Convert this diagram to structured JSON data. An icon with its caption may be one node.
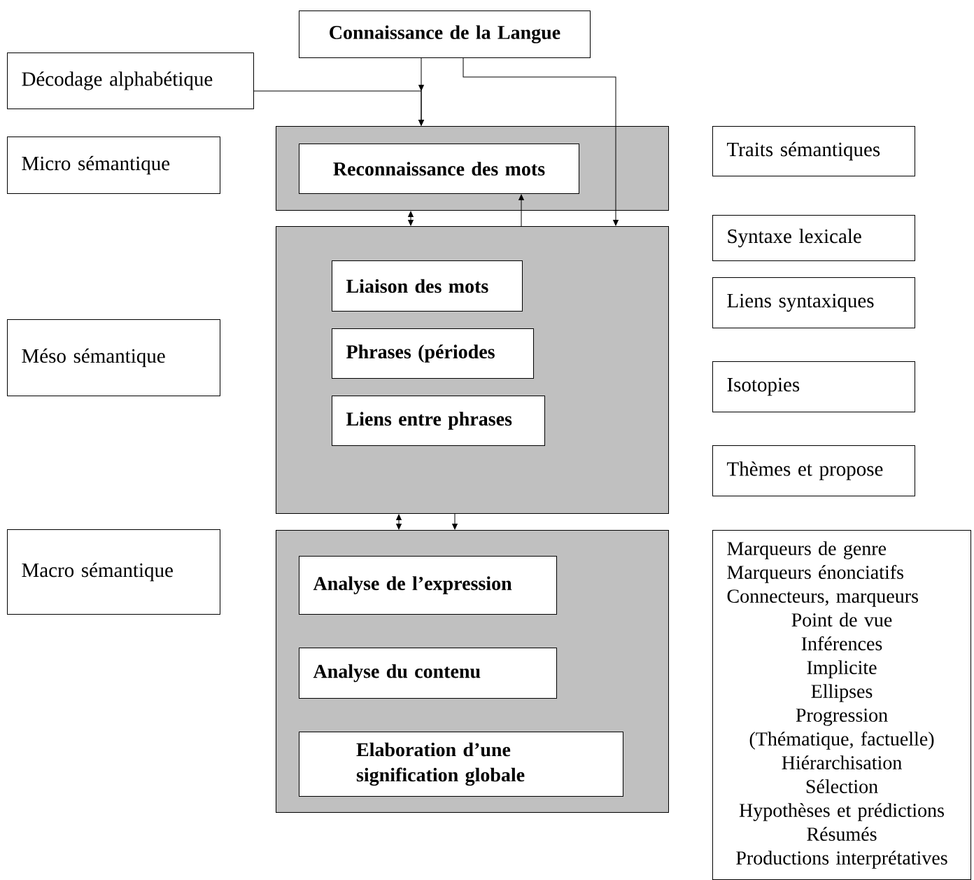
{
  "diagram": {
    "nodes": [
      {
        "text": [
          "Connaissance de la Langue"
        ]
      },
      {
        "text": [
          "Décodage alphabétique"
        ]
      },
      {
        "text": [
          "Micro sémantique"
        ]
      },
      {
        "text": [],
        "shape": "box"
      },
      {
        "text": [
          "Reconnaissance des mots"
        ],
        "in": 3
      },
      {
        "text": [
          "Traits sémantiques"
        ]
      },
      {
        "text": [
          "Syntaxe lexicale"
        ]
      },
      {
        "text": [],
        "shape": "box"
      },
      {
        "text": [
          "Liaison des mots"
        ],
        "in": 7
      },
      {
        "text": [
          "Phrases (périodes"
        ],
        "in": 7
      },
      {
        "text": [
          "Liens entre phrases"
        ],
        "in": 7
      },
      {
        "text": [
          "Liens syntaxiques"
        ]
      },
      {
        "text": [
          "Méso sémantique"
        ]
      },
      {
        "text": [
          "Isotopies"
        ]
      },
      {
        "text": [
          "Thèmes et propose"
        ]
      },
      {
        "text": [
          "Marqueurs de genre",
          "Marqueurs énonciatifs",
          "Connecteurs, marqueurs",
          "Point de vue",
          "Inférences",
          "Implicite",
          "Ellipses",
          "Progression",
          "(Thématique, factuelle)",
          "Hiérarchisation",
          "Sélection",
          "Hypothèses et prédictions",
          "Résumés",
          "Productions interprétatives"
        ]
      },
      {
        "text": [
          "Macro sémantique"
        ]
      },
      {
        "text": [],
        "shape": "box"
      },
      {
        "text": [
          "Analyse de l’expression"
        ],
        "in": 17
      },
      {
        "text": [
          "Analyse du contenu"
        ],
        "in": 17
      },
      {
        "text": [
          "Elaboration d’une signification globale"
        ],
        "in": 17
      }
    ],
    "edges": [
      {
        "from": 0,
        "to": 3,
        "arrow": "to"
      },
      {
        "from": 1,
        "to": 3,
        "arrow": "to"
      },
      {
        "from": 0,
        "to": 7,
        "arrow": "to"
      },
      {
        "from": 3,
        "to": 7,
        "arrow": "both"
      },
      {
        "from": 7,
        "to": 4,
        "arrow": "to"
      },
      {
        "from": 7,
        "to": 17,
        "arrow": "both"
      },
      {
        "from": 7,
        "to": 17,
        "arrow": "to"
      }
    ]
  }
}
